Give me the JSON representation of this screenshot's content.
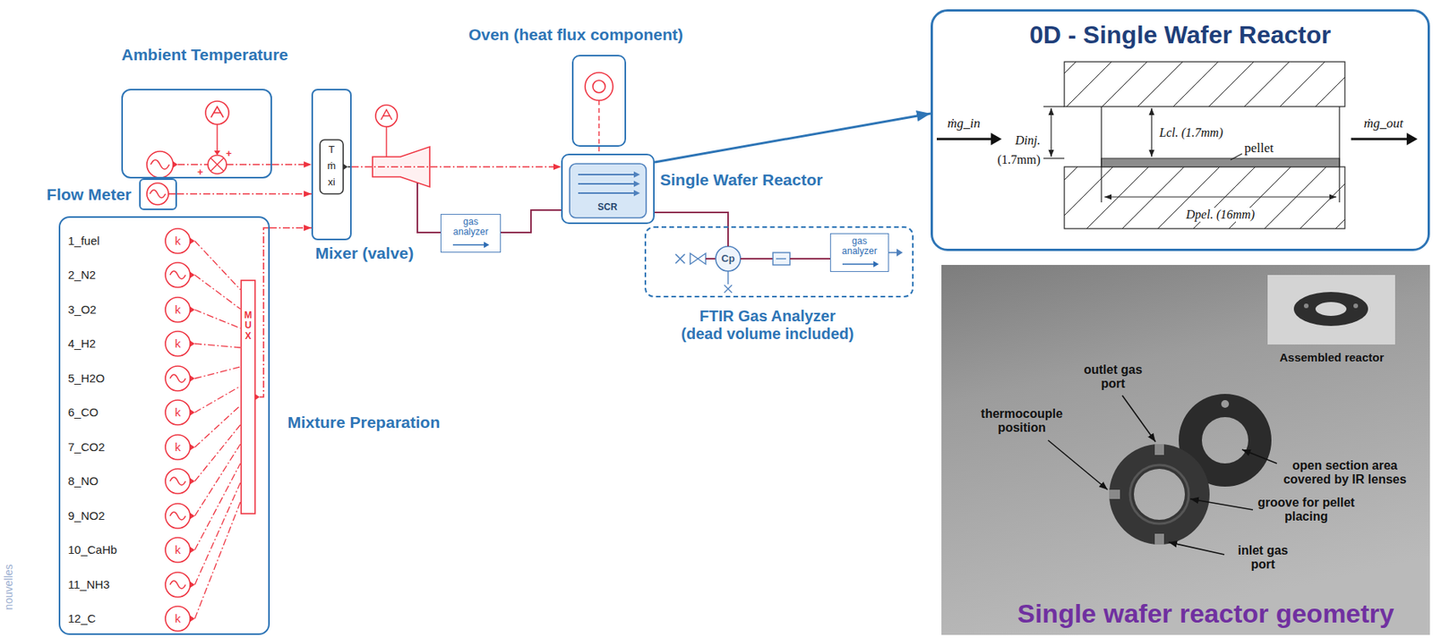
{
  "diagram": {
    "nodes": [
      {
        "text": [
          "Ambient Temperature"
        ]
      },
      {
        "text": [
          "Flow Meter"
        ]
      },
      {
        "text": [
          "Mixture Preparation"
        ]
      },
      {
        "text": [
          "Mixer (valve)"
        ]
      },
      {
        "text": [
          "gas analyzer"
        ]
      },
      {
        "text": [
          "Oven (heat flux component)"
        ]
      },
      {
        "text": [
          "Single Wafer Reactor"
        ]
      },
      {
        "text": [
          "FTIR Gas Analyzer (dead volume included)"
        ]
      },
      {
        "text": [
          "gas analyzer"
        ],
        "in": 7
      },
      {
        "text": [
          "0D - Single Wafer Reactor"
        ]
      },
      {
        "text": [
          "Single wafer reactor geometry"
        ]
      }
    ],
    "edges": [
      {
        "from": 0,
        "to": 3,
        "arrow": "to"
      },
      {
        "from": 1,
        "to": 3,
        "arrow": "to"
      },
      {
        "from": 2,
        "to": 3,
        "arrow": "to"
      },
      {
        "from": 3,
        "to": 6,
        "arrow": "to"
      },
      {
        "from": 4,
        "to": 6,
        "arrow": "none"
      },
      {
        "from": 5,
        "to": 6,
        "arrow": "none"
      },
      {
        "from": 6,
        "to": 7,
        "arrow": "none"
      },
      {
        "from": 6,
        "to": 9,
        "arrow": "to"
      }
    ],
    "labels": [
      "1_fuel",
      "2_N2",
      "3_O2",
      "4_H2",
      "5_H2O",
      "6_CO",
      "7_CO2",
      "8_NO",
      "9_NO2",
      "10_CaHb",
      "11_NH3",
      "12_C",
      "k",
      "k",
      "k",
      "k",
      "k",
      "k",
      "k",
      "MUX",
      "T",
      "ṁ",
      "xi",
      "SCR",
      "Cp",
      "ṁg_in",
      "ṁg_out",
      "Dinj.",
      "(1.7mm)",
      "Lcl. (1.7mm)",
      "pellet",
      "Dpel. (16mm)",
      "Assembled reactor",
      "outlet gas port",
      "thermocouple position",
      "open section area covered by IR lenses",
      "groove for pellet placing",
      "inlet gas port",
      "nouvelles",
      "+",
      "+"
    ]
  }
}
